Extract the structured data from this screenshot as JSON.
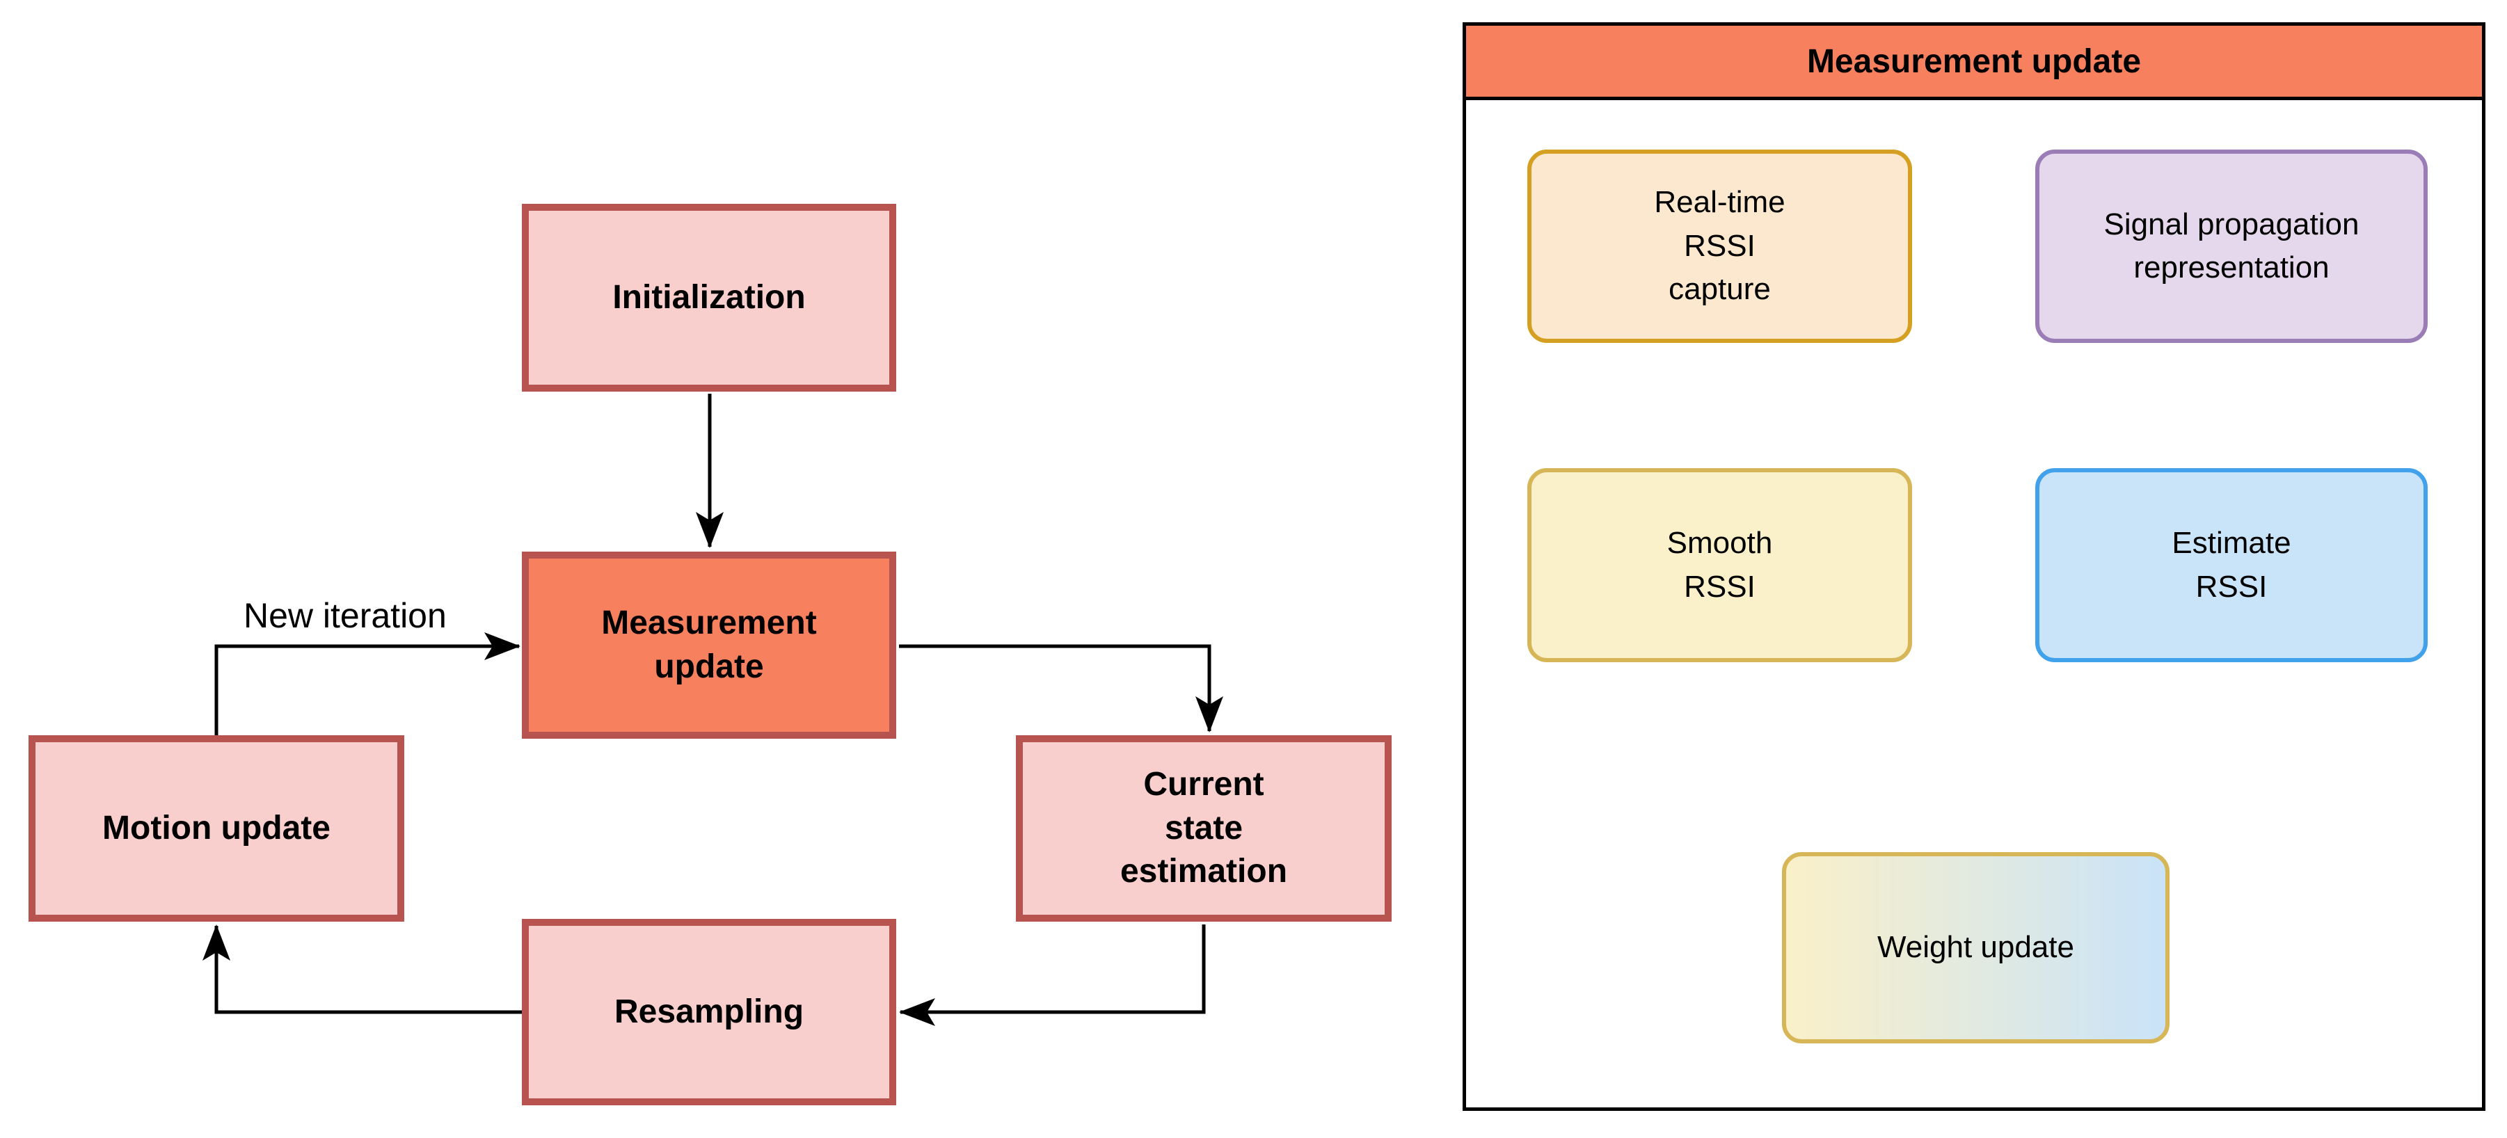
{
  "left_flowchart": {
    "nodes": {
      "initialization": {
        "label": "Initialization"
      },
      "measurement_update": {
        "label": "Measurement\nupdate"
      },
      "motion_update": {
        "label": "Motion update"
      },
      "current_state_estimation": {
        "label": "Current\nstate\nestimation"
      },
      "resampling": {
        "label": "Resampling"
      }
    },
    "edge_labels": {
      "new_iteration": "New iteration"
    },
    "colors": {
      "node_fill": "#F8CFCC",
      "node_border": "#B85450",
      "highlight_node_fill": "#F7805F",
      "connector": "#000000"
    }
  },
  "right_panel": {
    "title": "Measurement update",
    "nodes": {
      "realtime_rssi_capture": {
        "label": "Real-time\nRSSI\ncapture"
      },
      "signal_propagation_representation": {
        "label": "Signal propagation\nrepresentation"
      },
      "smooth_rssi": {
        "label": "Smooth\nRSSI"
      },
      "estimate_rssi": {
        "label": "Estimate\nRSSI"
      },
      "weight_update": {
        "label": "Weight update"
      }
    },
    "colors": {
      "header_fill": "#F7805F",
      "panel_border": "#000000",
      "realtime_fill": "#FCE8CE",
      "realtime_border": "#D5A021",
      "smooth_fill": "#FAF0C9",
      "smooth_border": "#D6B656",
      "signal_fill": "#E6D8EC",
      "signal_border": "#9A7CB6",
      "estimate_fill": "#C9E3F8",
      "estimate_border": "#42A1EB",
      "weight_gradient_start": "#FAF0C9",
      "weight_gradient_end": "#C9E3F8",
      "weight_border": "#D6B656"
    }
  }
}
